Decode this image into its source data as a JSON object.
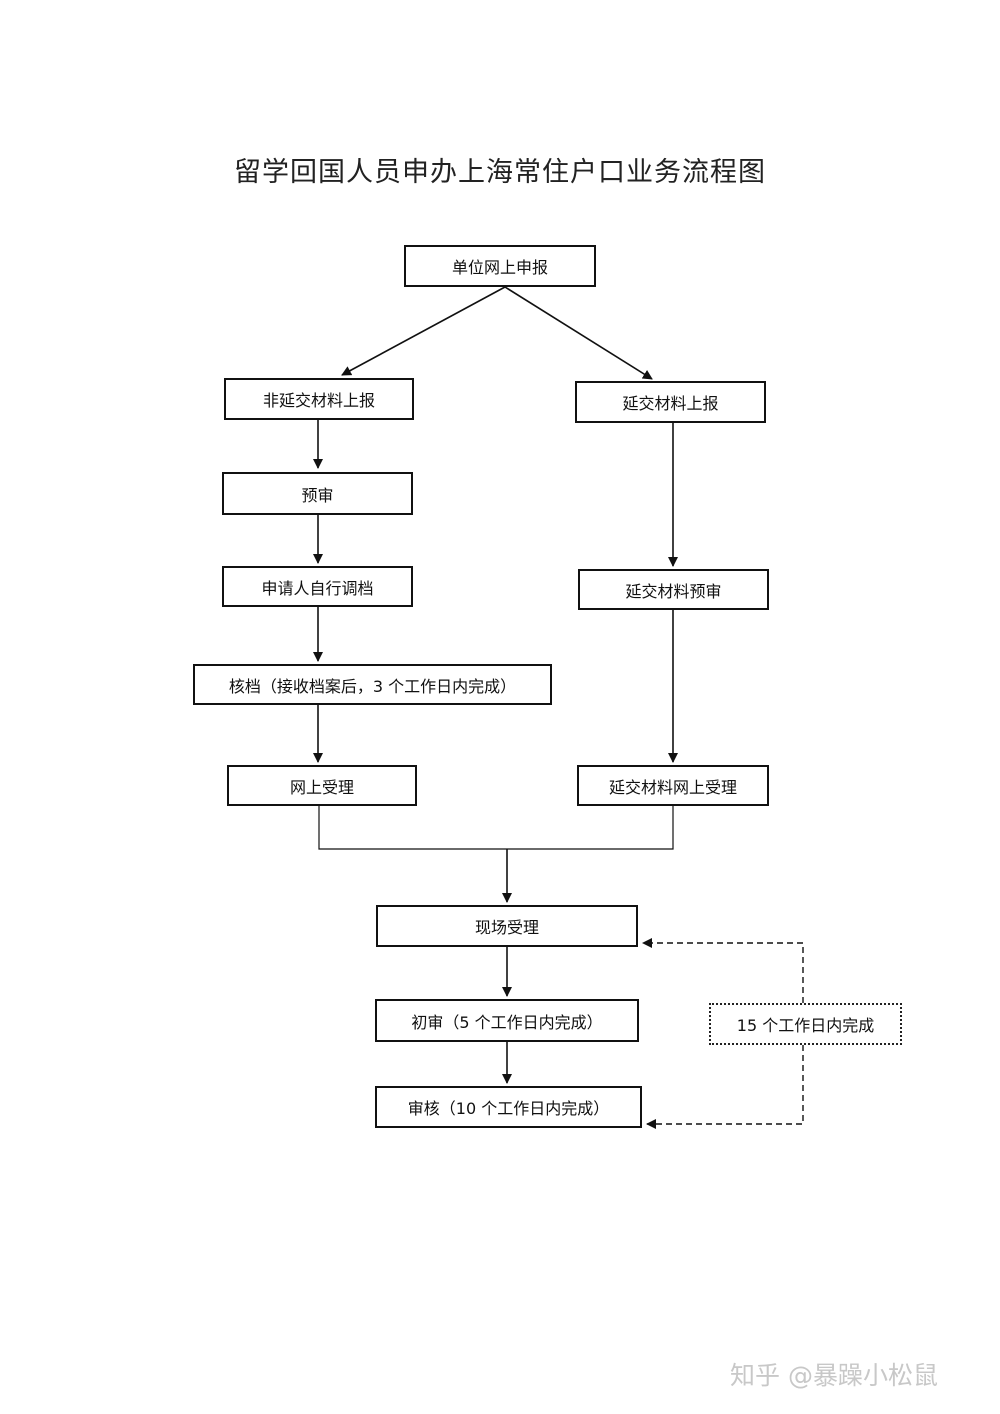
{
  "title": "留学回国人员申办上海常住户口业务流程图",
  "nodes": {
    "unit_online_report": "单位网上申报",
    "non_deferred_report": "非延交材料上报",
    "deferred_report": "延交材料上报",
    "pre_review": "预审",
    "self_transfer_file": "申请人自行调档",
    "deferred_pre_review": "延交材料预审",
    "file_check": "核档（接收档案后，3 个工作日内完成）",
    "online_acceptance": "网上受理",
    "deferred_online_acceptance": "延交材料网上受理",
    "onsite_acceptance": "现场受理",
    "initial_review": "初审（5 个工作日内完成）",
    "final_review": "审核（10 个工作日内完成）",
    "total_time_note": "15 个工作日内完成"
  },
  "watermark": "知乎 @暴躁小松鼠"
}
